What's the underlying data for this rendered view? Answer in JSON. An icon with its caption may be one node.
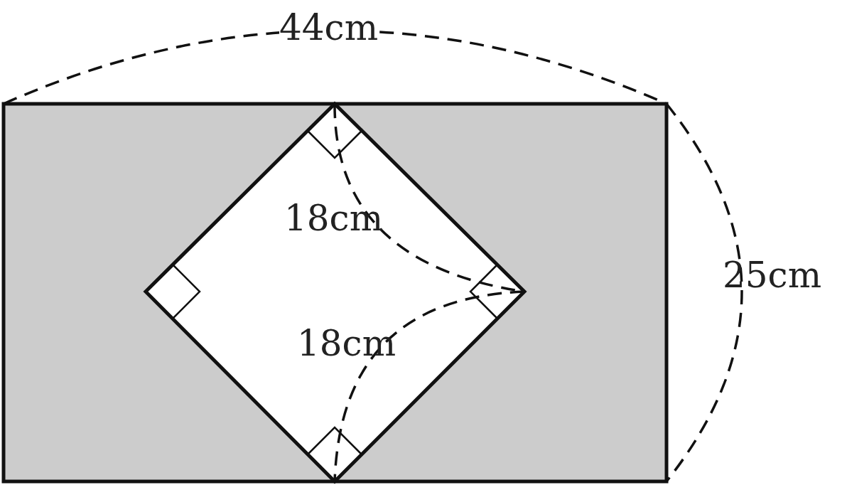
{
  "diagram": {
    "labels": [
      "44cm",
      "18cm",
      "25cm",
      "18cm"
    ]
  }
}
